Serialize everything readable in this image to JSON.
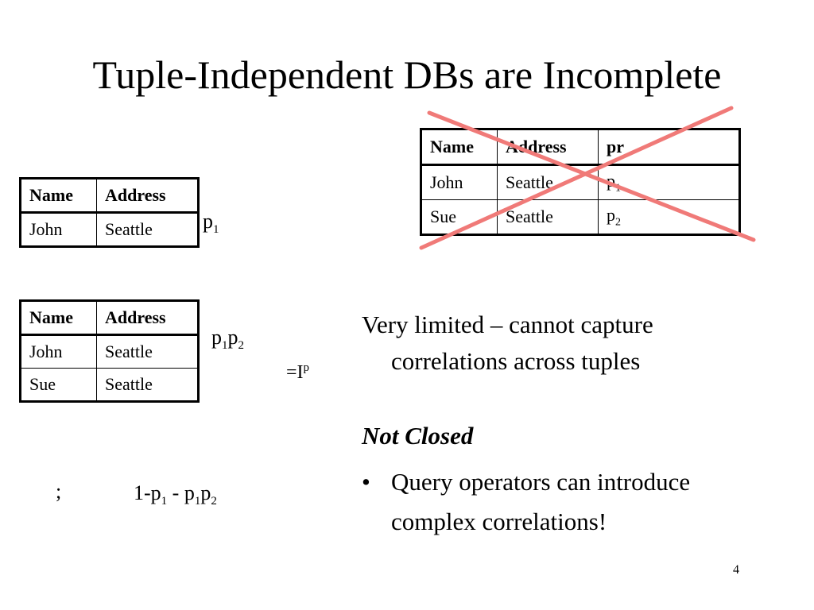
{
  "title": "Tuple-Independent DBs are Incomplete",
  "table_header": {
    "name": "Name",
    "address": "Address",
    "pr": "pr"
  },
  "crossed_table": {
    "rows": [
      {
        "name": "John",
        "address": "Seattle",
        "pr_base": "p",
        "pr_sub": "1"
      },
      {
        "name": "Sue",
        "address": "Seattle",
        "pr_base": "p",
        "pr_sub": "2"
      }
    ]
  },
  "world1": {
    "rows": [
      {
        "name": "John",
        "address": "Seattle"
      }
    ],
    "prob": {
      "base": "p",
      "sub": "1"
    }
  },
  "world2": {
    "rows": [
      {
        "name": "John",
        "address": "Seattle"
      },
      {
        "name": "Sue",
        "address": "Seattle"
      }
    ],
    "prob": {
      "p1": "p",
      "sub1": "1",
      "p2": "p",
      "sub2": "2"
    }
  },
  "equals_label": {
    "text": "=I",
    "sup": "p"
  },
  "empty_world": {
    "symbol": ";",
    "prob": {
      "a": "1-p",
      "a_sub": "1",
      "b": " - p",
      "b_sub": "1",
      "c": "p",
      "c_sub": "2"
    }
  },
  "right_text": {
    "line1": "Very limited – cannot capture",
    "line2": "correlations across tuples",
    "not_closed": "Not Closed",
    "bullet": "•",
    "bullet_line1": "Query operators can introduce",
    "bullet_line2": "complex correlations!"
  },
  "page_number": "4",
  "colors": {
    "cross": "#f07a78"
  }
}
